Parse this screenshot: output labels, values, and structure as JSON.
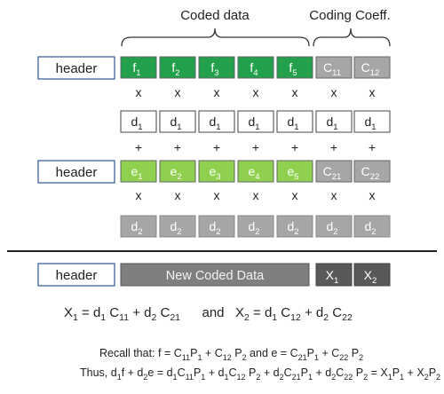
{
  "labels": {
    "coded_data": "Coded data",
    "coding_coeff": "Coding Coeff.",
    "header": "header",
    "new_coded_data": "New Coded Data",
    "times": "x",
    "plus": "+"
  },
  "rows": {
    "f_symbols": [
      {
        "base": "f",
        "sub": "1"
      },
      {
        "base": "f",
        "sub": "2"
      },
      {
        "base": "f",
        "sub": "3"
      },
      {
        "base": "f",
        "sub": "4"
      },
      {
        "base": "f",
        "sub": "5"
      }
    ],
    "f_coeffs": [
      {
        "base": "C",
        "sub": "11"
      },
      {
        "base": "C",
        "sub": "12"
      }
    ],
    "e_symbols": [
      {
        "base": "e",
        "sub": "1"
      },
      {
        "base": "e",
        "sub": "2"
      },
      {
        "base": "e",
        "sub": "3"
      },
      {
        "base": "e",
        "sub": "4"
      },
      {
        "base": "e",
        "sub": "5"
      }
    ],
    "e_coeffs": [
      {
        "base": "C",
        "sub": "21"
      },
      {
        "base": "C",
        "sub": "22"
      }
    ],
    "d1": {
      "base": "d",
      "sub": "1"
    },
    "d2": {
      "base": "d",
      "sub": "2"
    },
    "x_outputs": [
      {
        "base": "X",
        "sub": "1"
      },
      {
        "base": "X",
        "sub": "2"
      }
    ]
  },
  "equations": {
    "x1": [
      [
        "t",
        "X"
      ],
      [
        "s",
        "1"
      ],
      [
        "t",
        " = d"
      ],
      [
        "s",
        "1"
      ],
      [
        "t",
        " C"
      ],
      [
        "s",
        "11"
      ],
      [
        "t",
        " + d"
      ],
      [
        "s",
        "2"
      ],
      [
        "t",
        " C"
      ],
      [
        "s",
        "21"
      ]
    ],
    "and": "and",
    "x2": [
      [
        "t",
        "X"
      ],
      [
        "s",
        "2"
      ],
      [
        "t",
        " = d"
      ],
      [
        "s",
        "1"
      ],
      [
        "t",
        " C"
      ],
      [
        "s",
        "12"
      ],
      [
        "t",
        " + d"
      ],
      [
        "s",
        "2"
      ],
      [
        "t",
        " C"
      ],
      [
        "s",
        "22"
      ]
    ],
    "recall": [
      [
        "t",
        "Recall that: f = C"
      ],
      [
        "s",
        "11"
      ],
      [
        "t",
        "P"
      ],
      [
        "s",
        "1"
      ],
      [
        "t",
        " + C"
      ],
      [
        "s",
        "12"
      ],
      [
        "t",
        " P"
      ],
      [
        "s",
        "2"
      ],
      [
        "t",
        "   and   e = C"
      ],
      [
        "s",
        "21"
      ],
      [
        "t",
        "P"
      ],
      [
        "s",
        "1"
      ],
      [
        "t",
        " + C"
      ],
      [
        "s",
        "22"
      ],
      [
        "t",
        " P"
      ],
      [
        "s",
        "2"
      ]
    ],
    "thus": [
      [
        "t",
        "Thus, d"
      ],
      [
        "s",
        "1"
      ],
      [
        "t",
        "f + d"
      ],
      [
        "s",
        "2"
      ],
      [
        "t",
        "e = d"
      ],
      [
        "s",
        "1"
      ],
      [
        "t",
        "C"
      ],
      [
        "s",
        "11"
      ],
      [
        "t",
        "P"
      ],
      [
        "s",
        "1"
      ],
      [
        "t",
        " + d"
      ],
      [
        "s",
        "1"
      ],
      [
        "t",
        "C"
      ],
      [
        "s",
        "12"
      ],
      [
        "t",
        " P"
      ],
      [
        "s",
        "2"
      ],
      [
        "t",
        " + d"
      ],
      [
        "s",
        "2"
      ],
      [
        "t",
        "C"
      ],
      [
        "s",
        "21"
      ],
      [
        "t",
        "P"
      ],
      [
        "s",
        "1"
      ],
      [
        "t",
        " + d"
      ],
      [
        "s",
        "2"
      ],
      [
        "t",
        "C"
      ],
      [
        "s",
        "22"
      ],
      [
        "t",
        " P"
      ],
      [
        "s",
        "2"
      ],
      [
        "t",
        " = X"
      ],
      [
        "s",
        "1"
      ],
      [
        "t",
        "P"
      ],
      [
        "s",
        "1"
      ],
      [
        "t",
        " + X"
      ],
      [
        "s",
        "2"
      ],
      [
        "t",
        "P"
      ],
      [
        "s",
        "2"
      ]
    ]
  },
  "colors": {
    "f_green": "#22a04b",
    "e_green": "#8fd14f",
    "coeff_gray": "#a6a6a6",
    "d2_gray": "#a6a6a6",
    "new_data_gray": "#7f7f7f",
    "x_gray": "#595959",
    "header_border": "#2f5597",
    "text_dark": "#222222"
  }
}
